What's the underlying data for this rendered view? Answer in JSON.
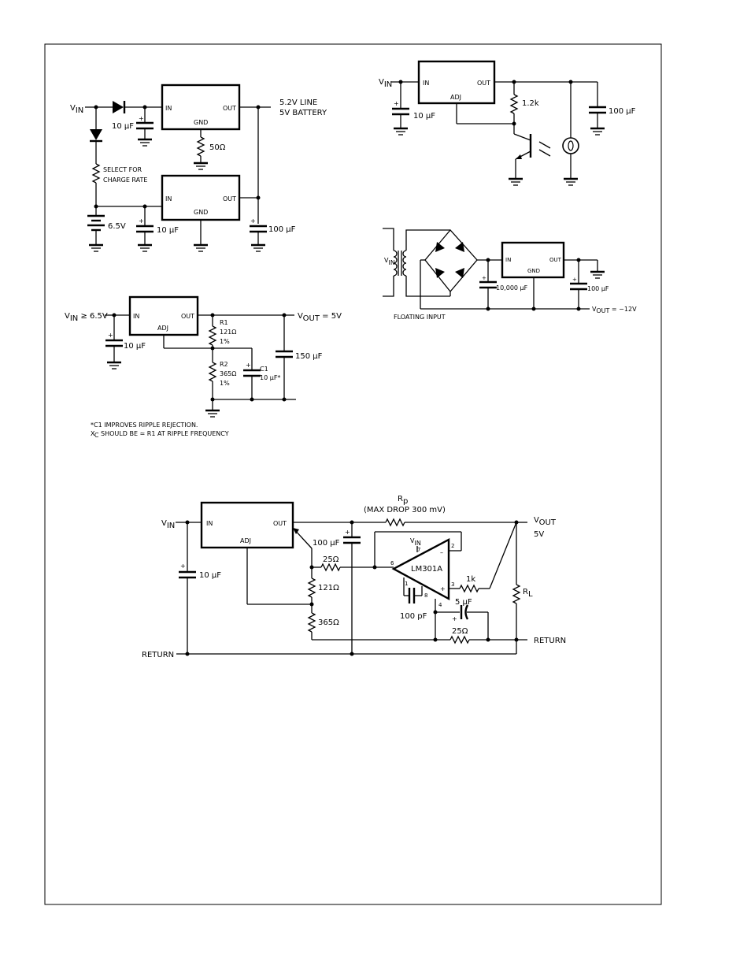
{
  "labels": {
    "in": "IN",
    "out": "OUT",
    "gnd": "GND",
    "adj": "ADJ",
    "plus": "+",
    "minus": "–"
  },
  "charger": {
    "vin": "V",
    "vin_sub": "IN",
    "cap_in": "10 μF",
    "r_gnd": "50Ω",
    "select_1": "SELECT FOR",
    "select_2": "CHARGE RATE",
    "out_1": "5.2V LINE",
    "out_2": "5V BATTERY",
    "battery": "6.5V",
    "cap_mid": "10 μF",
    "cap_out": "100 μF"
  },
  "lamp": {
    "vin": "V",
    "vin_sub": "IN",
    "cap_in": "10 μF",
    "r1": "1.2k",
    "cap_out": "100 μF"
  },
  "ripple": {
    "vin": "V",
    "vin_sub": "IN",
    "vin_cond": " ≥ 6.5V",
    "cap_in": "10 μF",
    "vout": "V",
    "vout_sub": "OUT",
    "vout_val": " = 5V",
    "r1_name": "R1",
    "r1_val": "121Ω",
    "r1_tol": "1%",
    "r2_name": "R2",
    "r2_val": "365Ω",
    "r2_tol": "1%",
    "c1_name": "C1",
    "c1_val": "10 μF*",
    "c_out": "150 μF",
    "note_1": "*C1 IMPROVES RIPPLE REJECTION.",
    "note_2_x": "X",
    "note_2_sub": "C",
    "note_2_rest": " SHOULD BE ≃ R1 AT RIPPLE FREQUENCY"
  },
  "floating": {
    "vin": "V",
    "vin_sub": "IN",
    "cap_in": "10,000 μF",
    "cap_out": "100 μF",
    "vout": "V",
    "vout_sub": "OUT",
    "vout_val": " = −12V",
    "caption": "FLOATING INPUT"
  },
  "remote": {
    "vin": "V",
    "vin_sub": "IN",
    "cap_in": "10 μF",
    "rp": "R",
    "rp_sub": "p",
    "max_drop": "(MAX DROP 300 mV)",
    "vout": "V",
    "vout_sub": "OUT",
    "vout_val": "5V",
    "cap_100": "100 μF",
    "r25_top": "25Ω",
    "r121": "121Ω",
    "r365": "365Ω",
    "opamp": "LM301A",
    "op_vin": "V",
    "op_vin_sub": "IN",
    "pin7": "7",
    "pin2": "2",
    "pin6": "6",
    "pin3": "3",
    "pin1": "1",
    "pin8": "8",
    "pin4": "4",
    "r1k": "1k",
    "c100p": "100 pF",
    "c5u": "5 μF",
    "r25_bot": "25Ω",
    "rl": "R",
    "rl_sub": "L",
    "return_left": "RETURN",
    "return_right": "RETURN"
  }
}
